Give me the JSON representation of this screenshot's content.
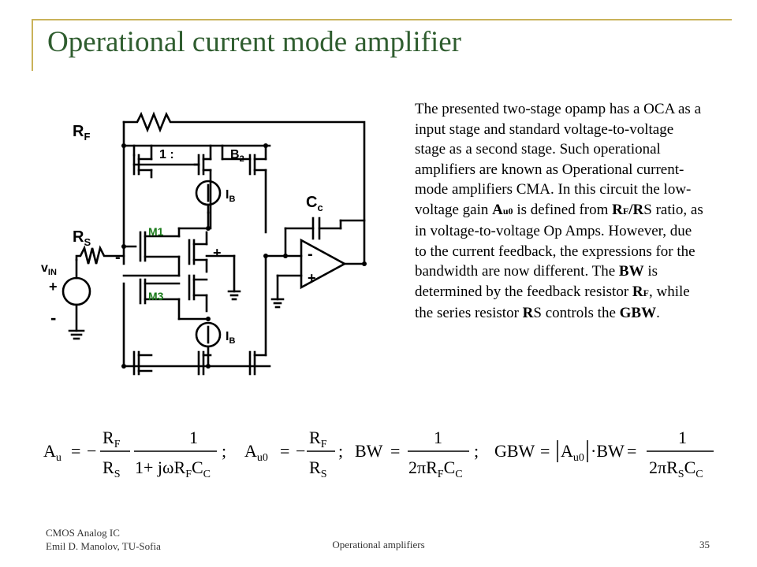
{
  "title": "Operational current mode amplifier",
  "circuit": {
    "labels": {
      "rf": "R",
      "rf_sub": "F",
      "rs": "R",
      "rs_sub": "S",
      "vin": "v",
      "vin_sub": "IN",
      "ratio": "1 :",
      "b2": "B",
      "b2_sub": "2",
      "ib_top": "I",
      "ib_top_sub": "B",
      "ib_bot": "I",
      "ib_bot_sub": "B",
      "m1": "M1",
      "m3": "M3",
      "cc": "C",
      "cc_sub": "c",
      "minus_in": "-",
      "plus_in": "+",
      "oa_minus": "-",
      "oa_plus": "+",
      "src_plus": "+",
      "src_minus": "-"
    }
  },
  "description": {
    "p1": "The presented two-stage opamp has a OCA as a input stage and standard voltage-to-voltage stage as a second stage. Such operational amplifiers are known as Operational current-mode amplifiers CMA. In this circuit the low-voltage gain ",
    "au0": "A",
    "au0_sub": "u0",
    "p2": " is defined from ",
    "rf": "R",
    "rf_sub": "F",
    "slash": "/",
    "rs": "R",
    "rs_sub": "S",
    "p3": " ratio, as in voltage-to-voltage Op Amps. However, due to the current feedback, the expressions for the bandwidth are now different. The ",
    "bw": "BW",
    "p4": " is determined by the feedback resistor ",
    "rf2": "R",
    "rf2_sub": "F",
    "p5": ", while the series resistor ",
    "rs2": "R",
    "rs2_sub": "S",
    "p6": " controls the ",
    "gbw": "GBW",
    "p7": "."
  },
  "formulas": {
    "au": "A",
    "au_sub": "u",
    "eq": "=",
    "minus": "−",
    "num_rf": "R",
    "num_rf_sub": "F",
    "den_rs": "R",
    "den_rs_sub": "S",
    "one": "1",
    "den1": "1+ jωR",
    "den1_sub1": "F",
    "den1_mid": "C",
    "den1_sub2": "C",
    "semi": ";",
    "au0": "A",
    "au0_sub": "u0",
    "bw": "BW",
    "bw_den": "2πR",
    "bw_den_sub1": "F",
    "bw_den_mid": "C",
    "bw_den_sub2": "C",
    "gbw": "GBW",
    "abs_a": "A",
    "abs_sub": "u0",
    "dot_bw": "·BW",
    "gbw_den": "2πR",
    "gbw_den_sub1": "S",
    "gbw_den_mid": "C",
    "gbw_den_sub2": "C"
  },
  "footer": {
    "line1": "CMOS Analog IC",
    "line2": "Emil D. Manolov, TU-Sofia",
    "center": "Operational amplifiers",
    "page": "35"
  }
}
